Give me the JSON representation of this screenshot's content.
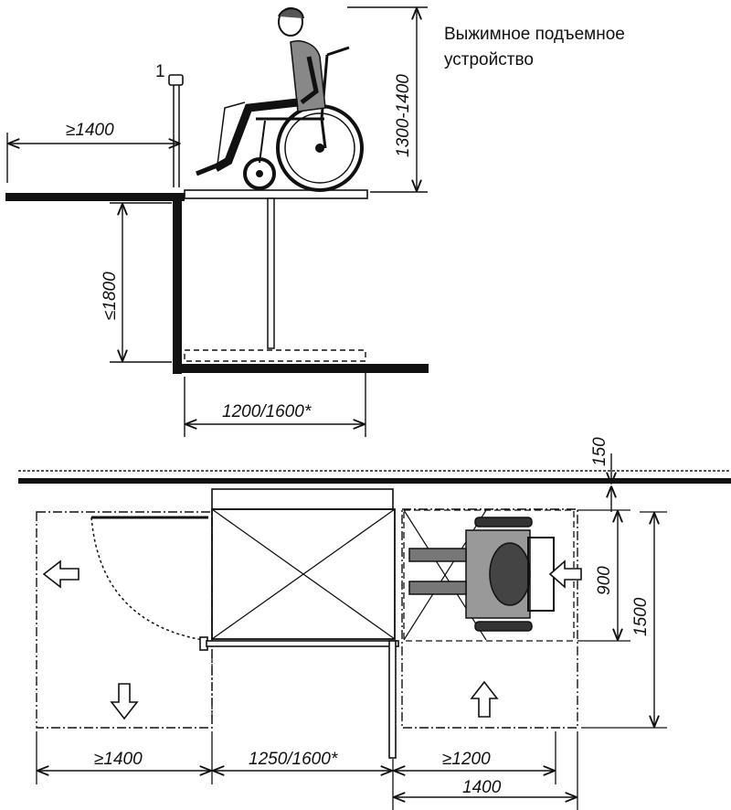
{
  "title": {
    "line1": "Выжимное подъемное",
    "line2": "устройство"
  },
  "callouts": {
    "post_marker": "1"
  },
  "elevation": {
    "approach_length": "≥1400",
    "platform_rise": "1300-1400",
    "lift_height": "≤1800",
    "platform_depth": "1200/1600*"
  },
  "plan": {
    "wall_gap": "150",
    "platform_width": "900",
    "approach_depth": "1500",
    "left_zone": "≥1400",
    "platform_length": "1250/1600*",
    "right_clear": "≥1200",
    "right_total": "1400"
  },
  "colors": {
    "ink": "#111111",
    "paper": "#ffffff"
  }
}
